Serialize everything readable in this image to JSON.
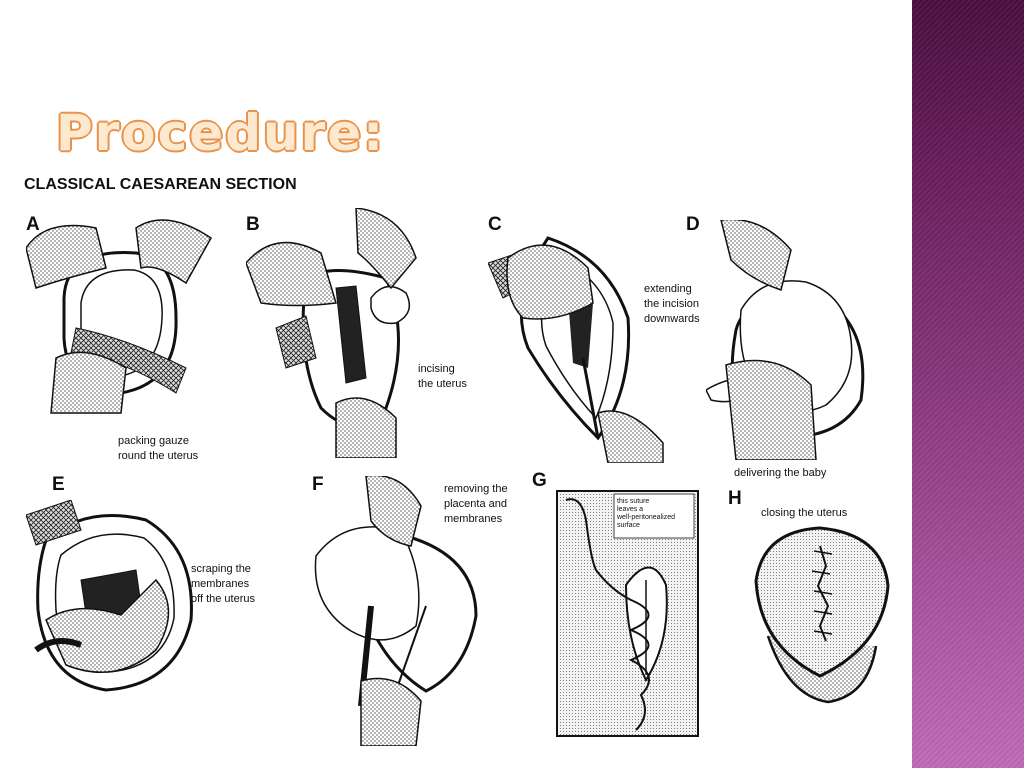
{
  "slide": {
    "title": "Procedure:"
  },
  "figure": {
    "heading": "CLASSICAL CAESAREAN SECTION",
    "panels": [
      {
        "letter": "A",
        "caption": "packing gauze\nround the uterus"
      },
      {
        "letter": "B",
        "caption": "incising\nthe uterus"
      },
      {
        "letter": "C",
        "caption": "extending\nthe incision\ndownwards"
      },
      {
        "letter": "D",
        "caption": "delivering the baby"
      },
      {
        "letter": "E",
        "caption": "scraping the\nmembranes\noff the uterus"
      },
      {
        "letter": "F",
        "caption": "removing the\nplacenta and\nmembranes"
      },
      {
        "letter": "G",
        "caption": "this suture\nleaves a\nwell-peritonealized\nsurface"
      },
      {
        "letter": "H",
        "caption": "closing the uterus"
      }
    ]
  },
  "colors": {
    "title_fill": "#fde9d0",
    "title_outline": "#e8924a",
    "band_top": "#4a0d3e",
    "band_bottom": "#c06ab6",
    "ink": "#111111"
  }
}
